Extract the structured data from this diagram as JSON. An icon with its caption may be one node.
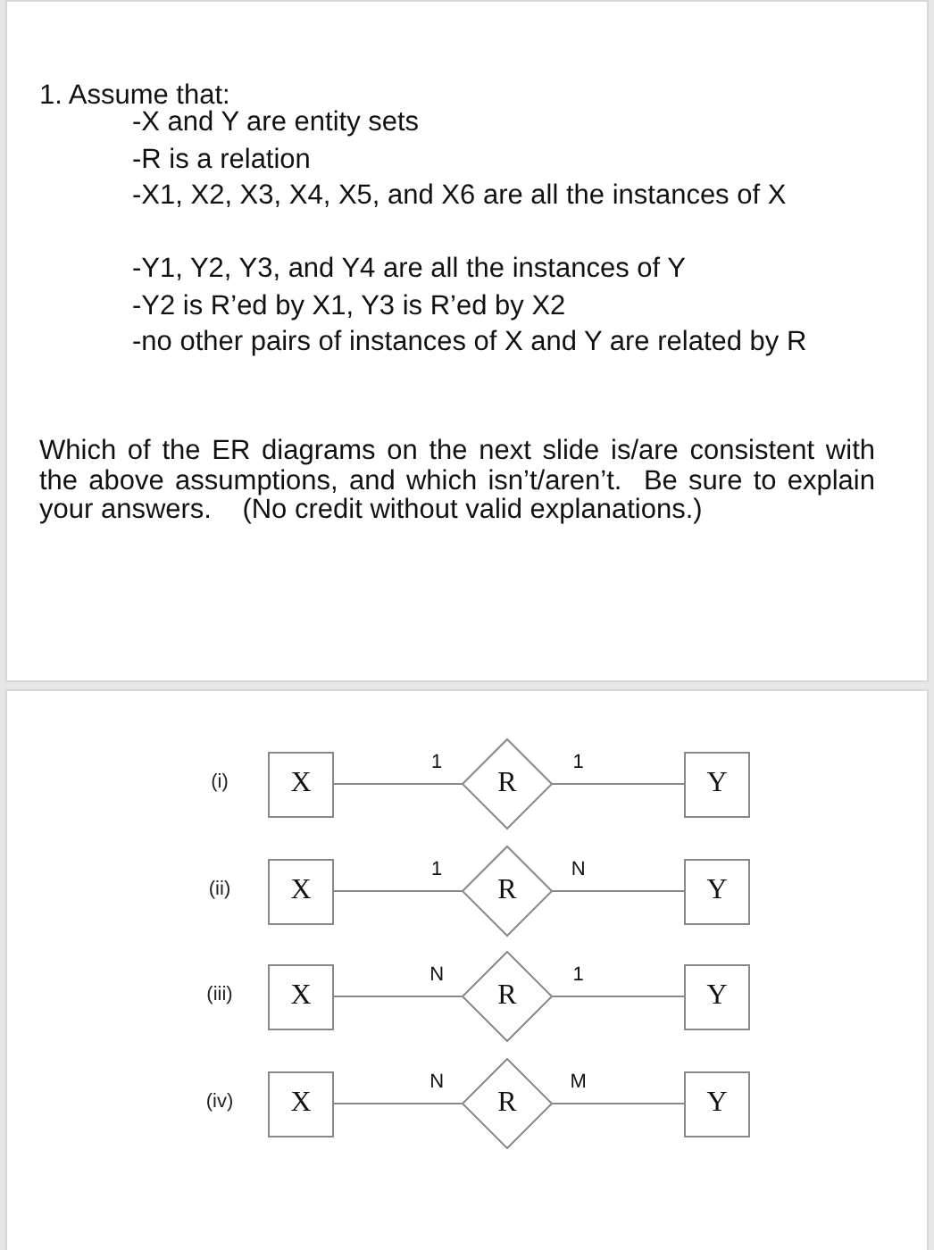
{
  "diagram": {
    "nodes": [
      {
        "text": [
          "X"
        ]
      },
      {
        "text": [
          "R"
        ]
      },
      {
        "text": [
          "Y"
        ]
      },
      {
        "text": [
          "X"
        ]
      },
      {
        "text": [
          "R"
        ]
      },
      {
        "text": [
          "Y"
        ]
      },
      {
        "text": [
          "X"
        ]
      },
      {
        "text": [
          "R"
        ]
      },
      {
        "text": [
          "Y"
        ]
      },
      {
        "text": [
          "X"
        ]
      },
      {
        "text": [
          "R"
        ]
      },
      {
        "text": [
          "Y"
        ]
      }
    ],
    "edges": [
      {
        "from": 0,
        "to": 1,
        "arrow": "none",
        "label": "1"
      },
      {
        "from": 1,
        "to": 2,
        "arrow": "none",
        "label": "1"
      },
      {
        "from": 3,
        "to": 4,
        "arrow": "none",
        "label": "1"
      },
      {
        "from": 4,
        "to": 5,
        "arrow": "none",
        "label": "N"
      },
      {
        "from": 6,
        "to": 7,
        "arrow": "none",
        "label": "N"
      },
      {
        "from": 7,
        "to": 8,
        "arrow": "none",
        "label": "1"
      },
      {
        "from": 9,
        "to": 10,
        "arrow": "none",
        "label": "N"
      },
      {
        "from": 10,
        "to": 11,
        "arrow": "none",
        "label": "M"
      }
    ],
    "labels": [
      "1. Assume that:",
      "-X and Y are entity sets",
      "-R is a relation",
      "-X1, X2, X3, X4, X5, and X6 are all the instances of X",
      "-Y1, Y2, Y3, and Y4 are all the instances of Y",
      "-Y2 is R’ed by X1, Y3 is R’ed by X2",
      "-no other pairs of instances of X and Y are related by R",
      "Which of the ER diagrams on the next slide is/are consistent with the above assumptions, and which isn’t/aren’t.  Be sure to explain your answers.    (No credit without valid explanations.)",
      "(i)",
      "(ii)",
      "(iii)",
      "(iv)"
    ]
  }
}
